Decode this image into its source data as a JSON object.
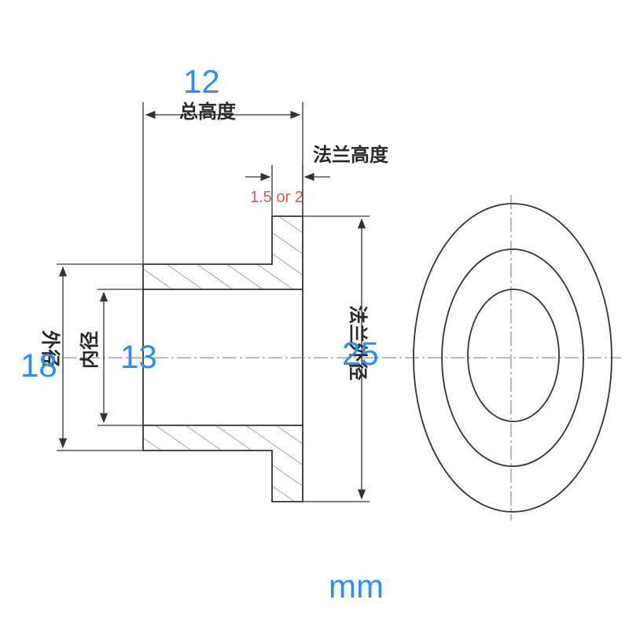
{
  "labels": {
    "total_height_cn": "总高度",
    "flange_height_cn": "法兰高度",
    "outer_diameter_cn": "外径",
    "inner_diameter_cn": "内径",
    "flange_outer_diameter_cn": "法兰外径"
  },
  "values": {
    "total_height": "12",
    "flange_height": "1.5 or 2",
    "outer_diameter": "18",
    "inner_diameter": "13",
    "flange_outer_diameter": "25"
  },
  "unit": "mm",
  "colors": {
    "value_blue": "#2f8ef0",
    "value_red": "#e8564f",
    "line": "#333333"
  }
}
